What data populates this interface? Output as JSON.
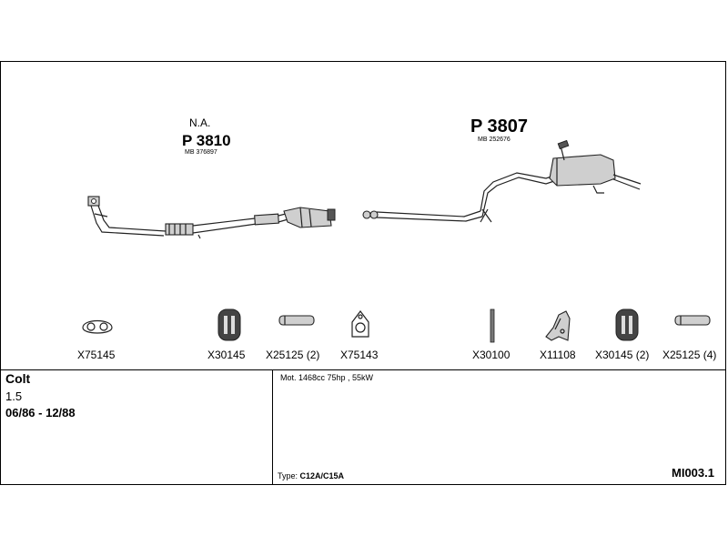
{
  "diagram": {
    "front_section": {
      "note": "N.A.",
      "part_number": "P 3810",
      "oem_ref": "MB 376897"
    },
    "rear_section": {
      "part_number": "P 3807",
      "oem_ref": "MB 252676"
    },
    "fittings": [
      {
        "code": "X75145",
        "icon": "gasket-icon"
      },
      {
        "code": "X30145",
        "icon": "rubber-hanger-icon"
      },
      {
        "code": "X25125 (2)",
        "icon": "clamp-sleeve-icon"
      },
      {
        "code": "X75143",
        "icon": "flange-gasket-icon"
      },
      {
        "code": "X30100",
        "icon": "mounting-rod-icon"
      },
      {
        "code": "X11108",
        "icon": "bracket-icon"
      },
      {
        "code": "X30145 (2)",
        "icon": "rubber-hanger-icon"
      },
      {
        "code": "X25125 (4)",
        "icon": "clamp-sleeve-icon"
      }
    ]
  },
  "vehicle": {
    "model": "Colt",
    "engine": "1.5",
    "years": "06/86 - 12/88"
  },
  "specs": {
    "motor": "Mot. 1468cc 75hp , 55kW",
    "type_label": "Type:",
    "type_value": "C12A/C15A"
  },
  "reference": "MI003.1"
}
